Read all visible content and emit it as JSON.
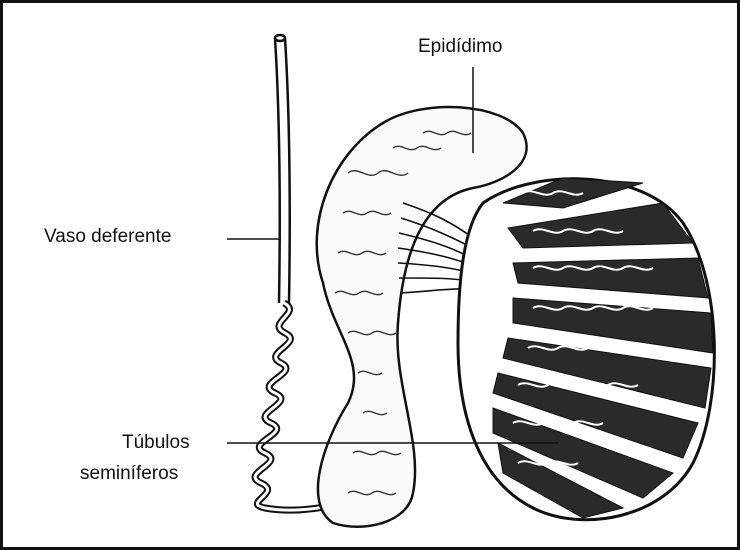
{
  "figure": {
    "labels": {
      "epididymis": "Epidídimo",
      "vas_deferens": "Vaso deferente",
      "tubules_line1": "Túbulos",
      "tubules_line2": "seminíferos"
    },
    "colors": {
      "ink": "#111111",
      "lobule_fill": "#2a2a2a",
      "background": "#ffffff"
    }
  }
}
